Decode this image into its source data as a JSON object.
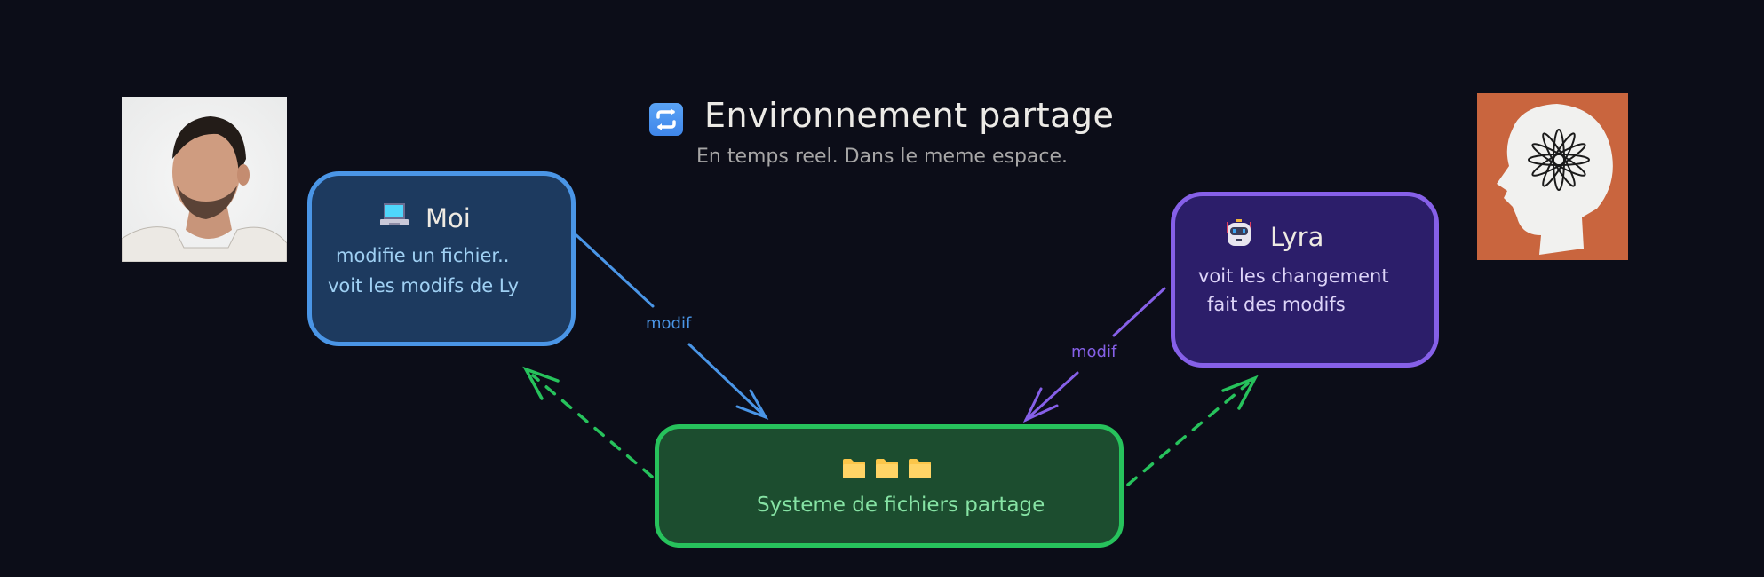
{
  "header": {
    "icon": "repeat-icon",
    "title": "Environnement partage",
    "subtitle": "En temps reel. Dans le meme espace."
  },
  "nodes": {
    "moi": {
      "icon": "laptop-icon",
      "title": "Moi",
      "lines": [
        "modifie un fichier..",
        "voit les modifs de Ly"
      ],
      "fill": "#1d3a5f",
      "stroke": "#4a95e6"
    },
    "lyra": {
      "icon": "robot-icon",
      "title": "Lyra",
      "lines": [
        "voit les changement",
        "fait des modifs"
      ],
      "fill": "#2c1e6a",
      "stroke": "#8660e8"
    },
    "fs": {
      "icons": [
        "folder-icon",
        "folder-icon",
        "folder-icon"
      ],
      "title": "Systeme de fichiers partage",
      "fill": "#1c4d2f",
      "stroke": "#27c25c"
    }
  },
  "edges": {
    "moi_to_fs": {
      "label": "modif",
      "color": "#4a95e6",
      "style": "solid"
    },
    "lyra_to_fs": {
      "label": "modif",
      "color": "#8660e8",
      "style": "solid"
    },
    "fs_to_moi": {
      "label": "",
      "color": "#27c25c",
      "style": "dashed"
    },
    "fs_to_lyra": {
      "label": "",
      "color": "#27c25c",
      "style": "dashed"
    }
  },
  "images": {
    "left": "portrait-photo",
    "right": "head-silhouette-illustration"
  }
}
